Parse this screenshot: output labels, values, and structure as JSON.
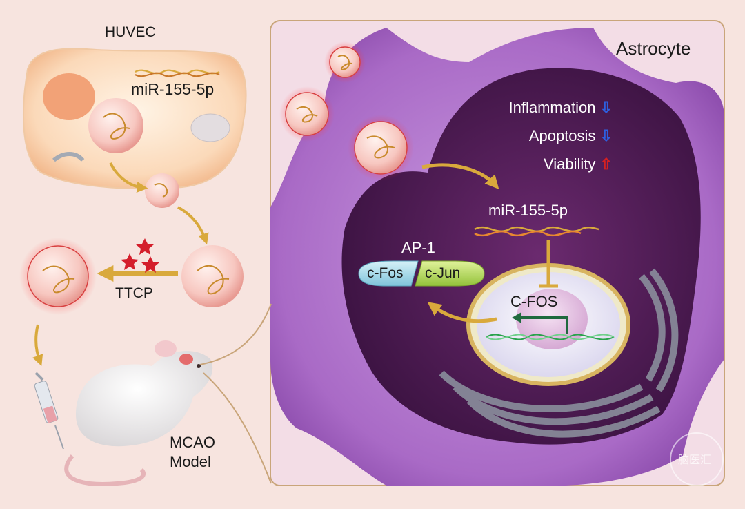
{
  "left_panel": {
    "cell_label": "HUVEC",
    "mirna_label": "miR-155-5p",
    "ttcp_label": "TTCP",
    "model_label_line1": "MCAO",
    "model_label_line2": "Model"
  },
  "right_panel": {
    "cell_label": "Astrocyte",
    "effects": [
      {
        "label": "Inflammation",
        "direction": "down",
        "arrow": "⇩",
        "color": "#2d5fe0"
      },
      {
        "label": "Apoptosis",
        "direction": "down",
        "arrow": "⇩",
        "color": "#2d5fe0"
      },
      {
        "label": "Viability",
        "direction": "up",
        "arrow": "⇧",
        "color": "#d62020"
      }
    ],
    "mirna_label": "miR-155-5p",
    "complex_label": "AP-1",
    "cfos_label": "c-Fos",
    "cjun_label": "c-Jun",
    "gene_label": "C-FOS"
  },
  "watermark": "脑医汇",
  "colors": {
    "background": "#f7e4df",
    "astrocyte": "#b27bd0",
    "cell_interior": "#4a1a52",
    "nucleus_rim": "#d8b460",
    "cfos_shape": "#a6d8e6",
    "cjun_shape": "#b6d94f",
    "arrow_gold": "#d9a93c",
    "dna_green": "#27a24a",
    "inhibition_bar": "#d9a93c"
  }
}
